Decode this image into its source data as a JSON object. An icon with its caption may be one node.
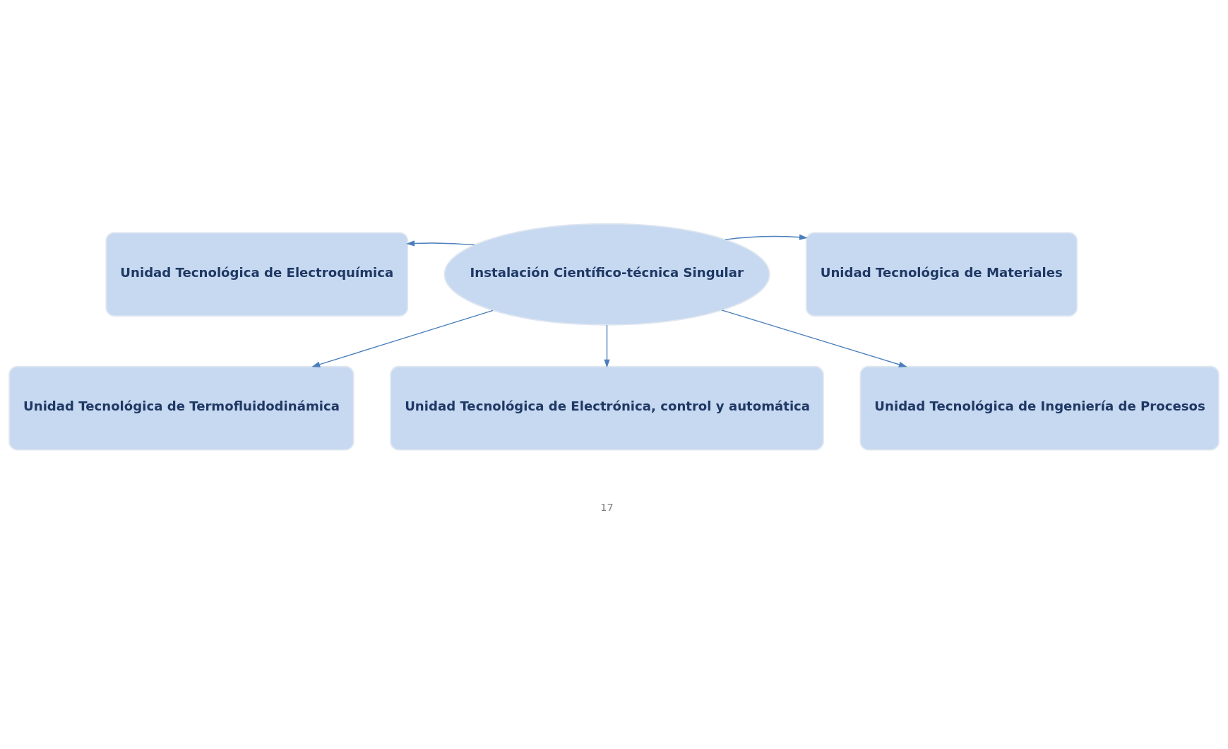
{
  "diagram": {
    "nodes": [
      {
        "text": [
          "Unidad Tecnológica de Electroquímica"
        ]
      },
      {
        "text": [
          "Instalación Científico-técnica Singular"
        ]
      },
      {
        "text": [
          "Unidad Tecnológica de Materiales"
        ]
      },
      {
        "text": [
          "Unidad Tecnológica de Termofluidodinámica"
        ]
      },
      {
        "text": [
          "Unidad Tecnológica de Electrónica, control y automática"
        ]
      },
      {
        "text": [
          "Unidad Tecnológica de Ingeniería de Procesos"
        ]
      }
    ],
    "edges": [
      {
        "from": 1,
        "to": 0,
        "arrow": "to"
      },
      {
        "from": 1,
        "to": 2,
        "arrow": "to"
      },
      {
        "from": 1,
        "to": 3,
        "arrow": "to"
      },
      {
        "from": 1,
        "to": 5,
        "arrow": "to"
      },
      {
        "from": 1,
        "to": 4,
        "arrow": "to"
      }
    ],
    "labels": [
      "17"
    ]
  }
}
